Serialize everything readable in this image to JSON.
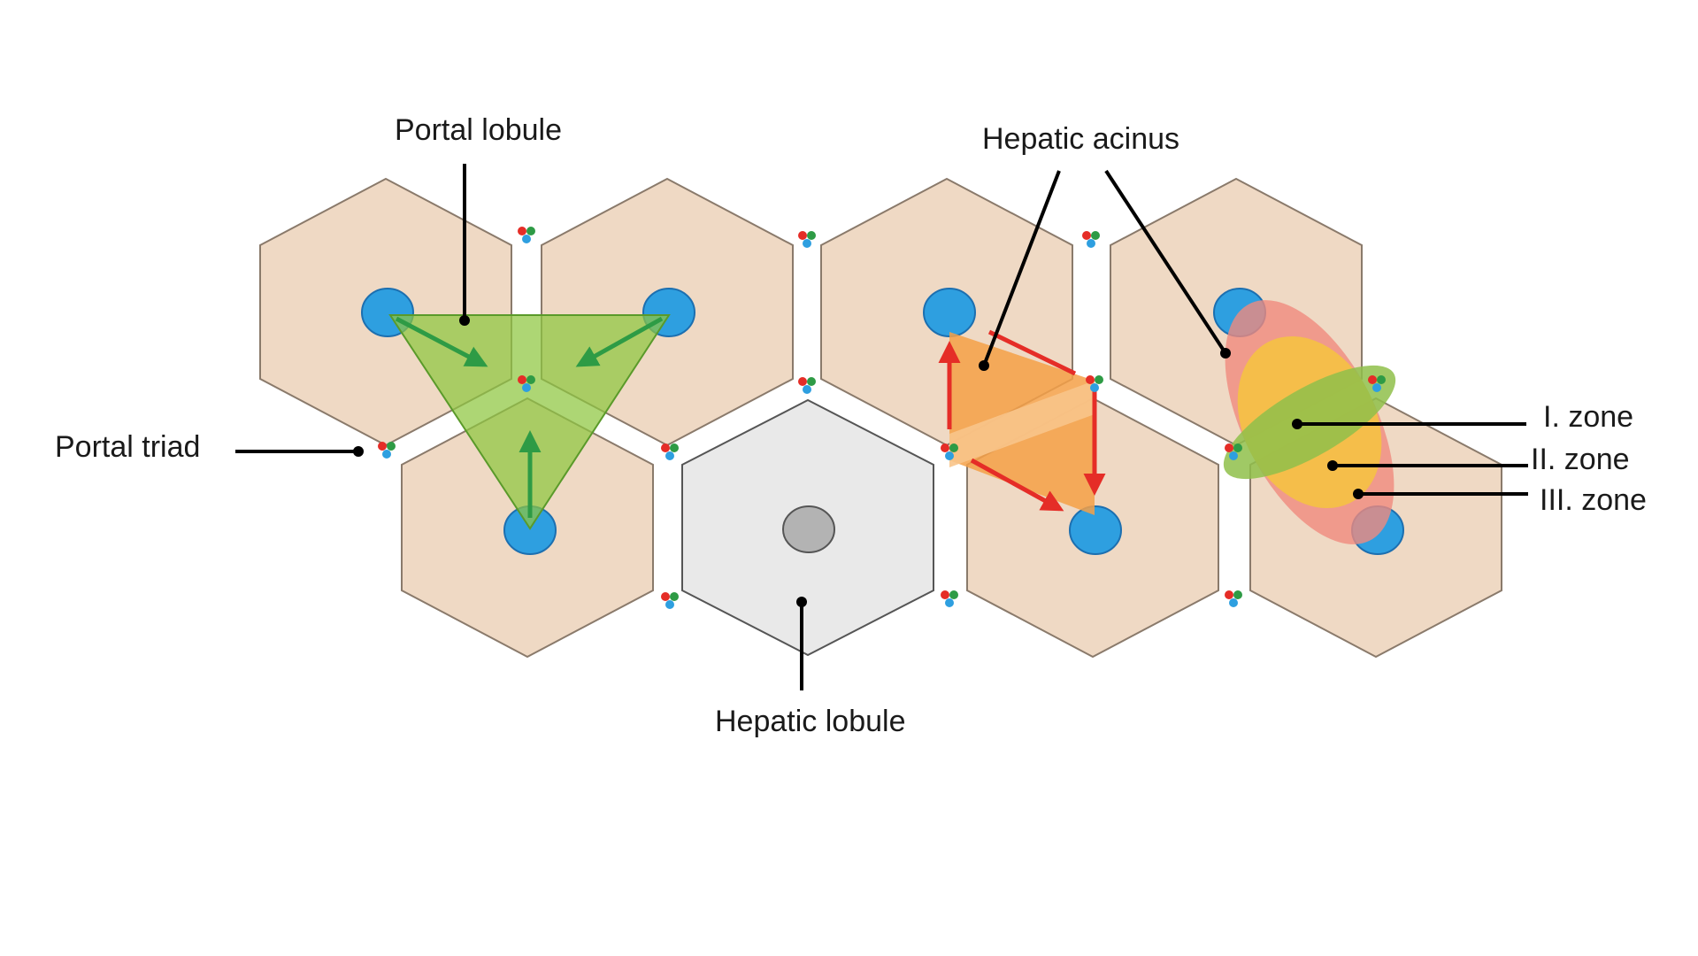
{
  "labels": {
    "portal_lobule": "Portal lobule",
    "hepatic_acinus": "Hepatic acinus",
    "portal_triad": "Portal triad",
    "hepatic_lobule": "Hepatic lobule",
    "zone_1": "I. zone",
    "zone_2": "II. zone",
    "zone_3": "III. zone"
  },
  "colors": {
    "hexagon_fill": "#efd9c4",
    "hepatic_lobule_fill": "#e9e9e9",
    "central_vein": "#2e9fe0",
    "portal_lobule_triangle": "#8dc63f",
    "portal_lobule_arrows": "#2e9b45",
    "acinus_fill": "#f5a047",
    "acinus_arrows": "#e52d27",
    "zone_1": "#8fbf4a",
    "zone_2": "#f5c242",
    "zone_3": "#f08a7e",
    "triad_artery": "#e52d27",
    "triad_vein": "#2e9fe0",
    "triad_duct": "#2e9b45"
  }
}
